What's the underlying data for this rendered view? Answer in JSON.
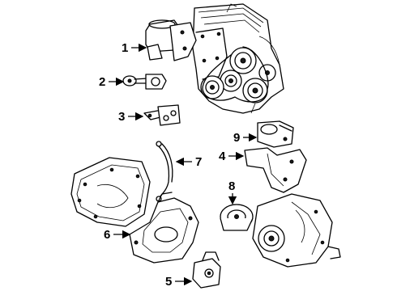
{
  "diagram": {
    "callouts": [
      {
        "number": "1",
        "label_id": "callout-1"
      },
      {
        "number": "2",
        "label_id": "callout-2"
      },
      {
        "number": "3",
        "label_id": "callout-3"
      },
      {
        "number": "4",
        "label_id": "callout-4"
      },
      {
        "number": "5",
        "label_id": "callout-5"
      },
      {
        "number": "6",
        "label_id": "callout-6"
      },
      {
        "number": "7",
        "label_id": "callout-7"
      },
      {
        "number": "8",
        "label_id": "callout-8"
      },
      {
        "number": "9",
        "label_id": "callout-9"
      }
    ]
  }
}
